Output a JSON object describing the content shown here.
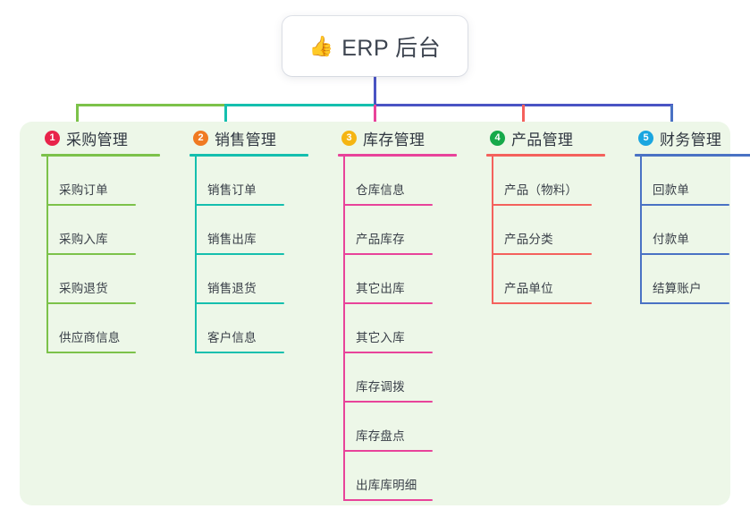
{
  "diagram": {
    "type": "mind-map",
    "title": "ERP 后台",
    "root": {
      "icon": "thumbs-up-icon",
      "emoji": "👍",
      "label": "ERP 后台"
    },
    "panel_color": "#edf7e8",
    "background_color": "#ffffff",
    "trunk_color": "#4a54c4",
    "branches": [
      {
        "number": "1",
        "label": "采购管理",
        "badge_color": "#e8234a",
        "line_color": "#7cc24a",
        "bus_color": "#7cc24a",
        "children": [
          "采购订单",
          "采购入库",
          "采购退货",
          "供应商信息"
        ]
      },
      {
        "number": "2",
        "label": "销售管理",
        "badge_color": "#f07a22",
        "line_color": "#15bfae",
        "bus_color": "#15bfae",
        "children": [
          "销售订单",
          "销售出库",
          "销售退货",
          "客户信息"
        ]
      },
      {
        "number": "3",
        "label": "库存管理",
        "badge_color": "#f5b513",
        "line_color": "#e8439a",
        "bus_color": "#4a54c4",
        "children": [
          "仓库信息",
          "产品库存",
          "其它出库",
          "其它入库",
          "库存调拨",
          "库存盘点",
          "出库库明细"
        ]
      },
      {
        "number": "4",
        "label": "产品管理",
        "badge_color": "#16a94a",
        "line_color": "#f4615c",
        "bus_color": "#4a54c4",
        "children": [
          "产品（物料）",
          "产品分类",
          "产品单位"
        ]
      },
      {
        "number": "5",
        "label": "财务管理",
        "badge_color": "#1aa6e0",
        "line_color": "#4a72c4",
        "bus_color": "#4a54c4",
        "children": [
          "回款单",
          "付款单",
          "结算账户"
        ]
      }
    ]
  }
}
